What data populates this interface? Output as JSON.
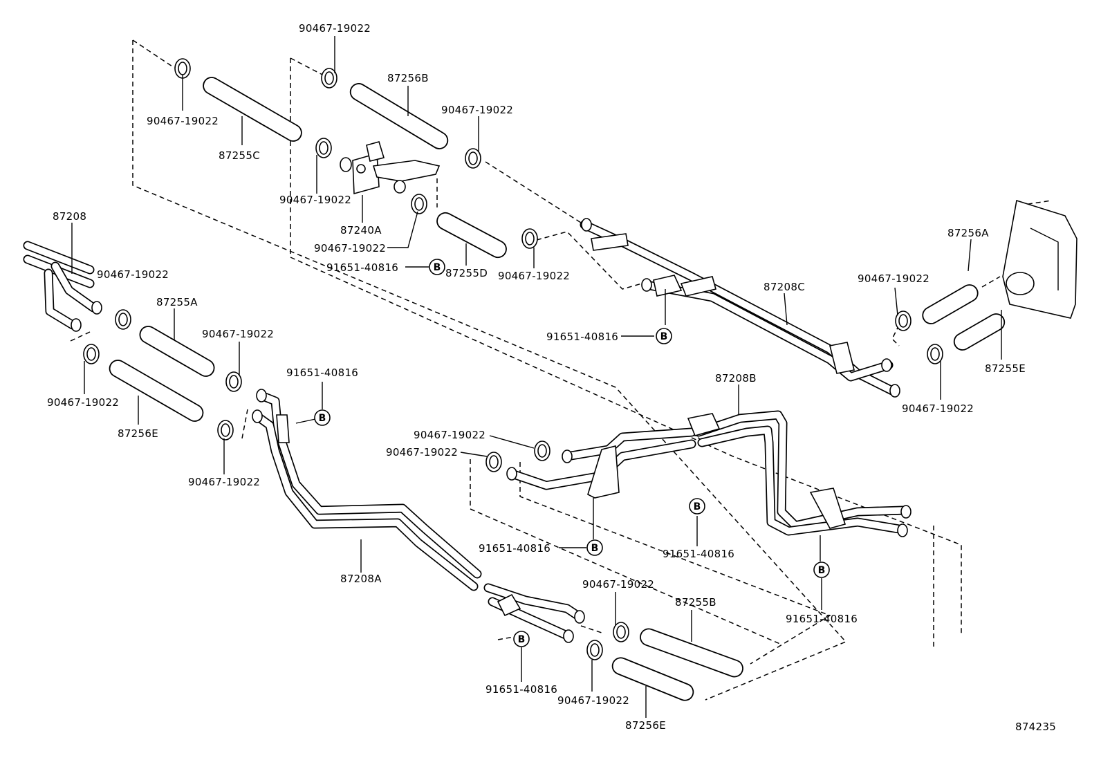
{
  "diagram": {
    "figure_number": "874235",
    "callouts": {
      "clamp": "90467-19022",
      "bolt": "91651-40816",
      "bolt_symbol": "B",
      "hose_87255C": "87255C",
      "hose_87256B": "87256B",
      "valve_87240A": "87240A",
      "hose_87255D": "87255D",
      "pipe_87208": "87208",
      "hose_87255A": "87255A",
      "hose_87256E": "87256E",
      "pipe_87208C": "87208C",
      "hose_87256A": "87256A",
      "hose_87255E": "87255E",
      "pipe_87208B": "87208B",
      "pipe_87208A": "87208A",
      "hose_87255B": "87255B"
    }
  }
}
